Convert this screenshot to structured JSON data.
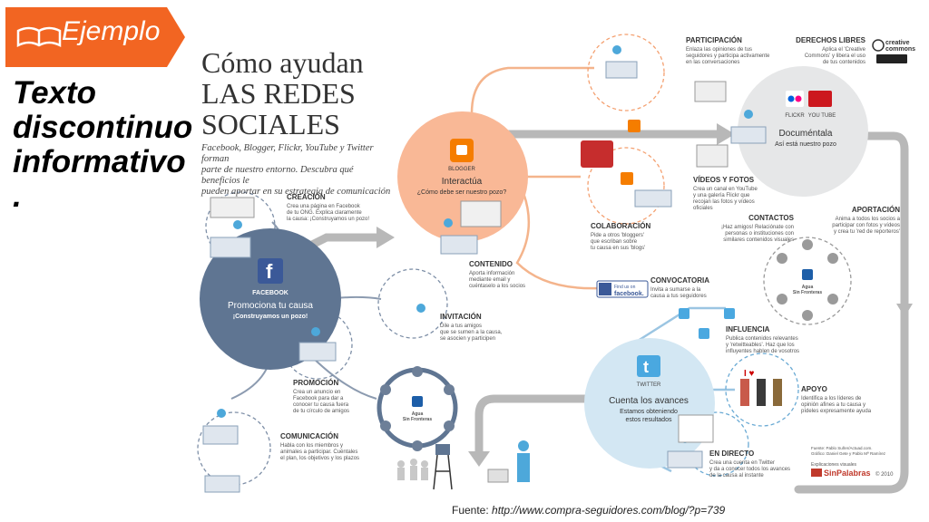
{
  "badge": {
    "label": "Ejemplo",
    "icon": "open-book-icon",
    "color": "#f26522"
  },
  "side_title": {
    "lines": [
      "Texto",
      "discontinuo",
      "informativo",
      "."
    ]
  },
  "infographic": {
    "title": [
      "Cómo ayudan",
      "LAS REDES",
      "SOCIALES"
    ],
    "subtitle": [
      "Facebook, Blogger, Flickr, YouTube y Twitter forman",
      "parte de nuestro entorno. Descubra qué beneficios le",
      "pueden aportar en su estrategia de comunicación"
    ],
    "hubs": {
      "facebook": {
        "brand": "FACEBOOK",
        "title": "Promociona tu causa",
        "sub": "¡Construyamos un pozo!",
        "color": "#5f7592"
      },
      "blogger": {
        "brand": "BLOGGER",
        "title": "Interactúa",
        "sub": "¿Cómo debe ser nuestro pozo?",
        "color": "#f9b896"
      },
      "flickr": {
        "brand1": "FLICKR",
        "brand2": "YOU TUBE",
        "title": "Documéntala",
        "sub": "Así está nuestro pozo",
        "color": "#e6e7e8"
      },
      "twitter": {
        "brand": "TWITTER",
        "title": "Cuenta los avances",
        "sub1": "Estamos obteniendo",
        "sub2": "estos resultados",
        "color": "#d3e7f3"
      }
    },
    "steps": {
      "creacion": {
        "title": "CREACIÓN",
        "body": [
          "Crea una página en Facebook",
          "de tu ONG. Explica claramente",
          "la causa: ¡Construyamos un pozo!"
        ]
      },
      "contenido": {
        "title": "CONTENIDO",
        "body": [
          "Aporta información",
          "mediante email y",
          "cuéntaselo a los socios"
        ]
      },
      "invitacion": {
        "title": "INVITACIÓN",
        "body": [
          "Dile a tus amigos",
          "que se sumen a la causa,",
          "se asocien y participen"
        ]
      },
      "promocion": {
        "title": "PROMOCIÓN",
        "body": [
          "Crea un anuncio en",
          "Facebook para dar a",
          "conocer tu causa fuera",
          "de tu círculo de amigos"
        ]
      },
      "comunicacion": {
        "title": "COMUNICACIÓN",
        "body": [
          "Habla con los miembros y",
          "animales a participar. Cuéntales",
          "el plan, los objetivos y los plazos"
        ]
      },
      "participacion": {
        "title": "PARTICIPACIÓN",
        "body": [
          "Enlaza las opiniones de tus",
          "seguidores y participa activamente",
          "en las conversaciones"
        ]
      },
      "derechos": {
        "title": "DERECHOS LIBRES",
        "body": [
          "Aplica el 'Creative",
          "Commons' y libera el uso",
          "de tus contenidos"
        ]
      },
      "colaboracion": {
        "title": "COLABORACIÓN",
        "body": [
          "Pide a otros 'bloggers'",
          "que escriban sobre",
          "tu causa en sus 'blogs'"
        ]
      },
      "videos": {
        "title": "VÍDEOS Y FOTOS",
        "body": [
          "Crea un canal en YouTube",
          "y una galería Flickr que",
          "recojan las fotos y vídeos",
          "oficiales"
        ]
      },
      "contactos": {
        "title": "CONTACTOS",
        "body": [
          "¡Haz amigos! Relaciónate con",
          "personas o instituciones con",
          "similares contenidos visuales"
        ]
      },
      "aportacion": {
        "title": "APORTACIÓN",
        "body": [
          "Anima a todos los socios a",
          "participar con fotos y vídeos",
          "y crea tu 'red de reporteros'"
        ]
      },
      "convocatoria": {
        "title": "CONVOCATORIA",
        "body": [
          "Invita a sumarse a la",
          "causa a tus seguidores"
        ]
      },
      "influencia": {
        "title": "INFLUENCIA",
        "body": [
          "Publica contenidos relevantes",
          "y 'retwitteables'. Haz que los",
          "influyentes hablen de vosotros"
        ]
      },
      "apoyo": {
        "title": "APOYO",
        "body": [
          "Identifica a los líderes de",
          "opinión afines a tu causa y",
          "pídeles expresamente ayuda"
        ]
      },
      "en_directo": {
        "title": "EN DIRECTO",
        "body": [
          "Crea una cuenta en Twitter",
          "y da a conocer todos los avances",
          "de la causa al instante"
        ]
      }
    },
    "agua_label": [
      "Agua",
      "Sin Fronteras"
    ],
    "find_us": [
      "Find us on",
      "facebook."
    ],
    "cc_label": [
      "creative",
      "commons"
    ],
    "credits": [
      "Fuente: Pablo Suñer/Actuad.com.",
      "Gráfico: Daniel Gete y Pablo Mª Ramírez"
    ],
    "explicaciones": "Explicaciones visuales",
    "sinpalabras": "SinPalabras",
    "copyright": "© 2010"
  },
  "source": {
    "label": "Fuente:",
    "url": "http://www.compra-seguidores.com/blog/?p=739"
  }
}
